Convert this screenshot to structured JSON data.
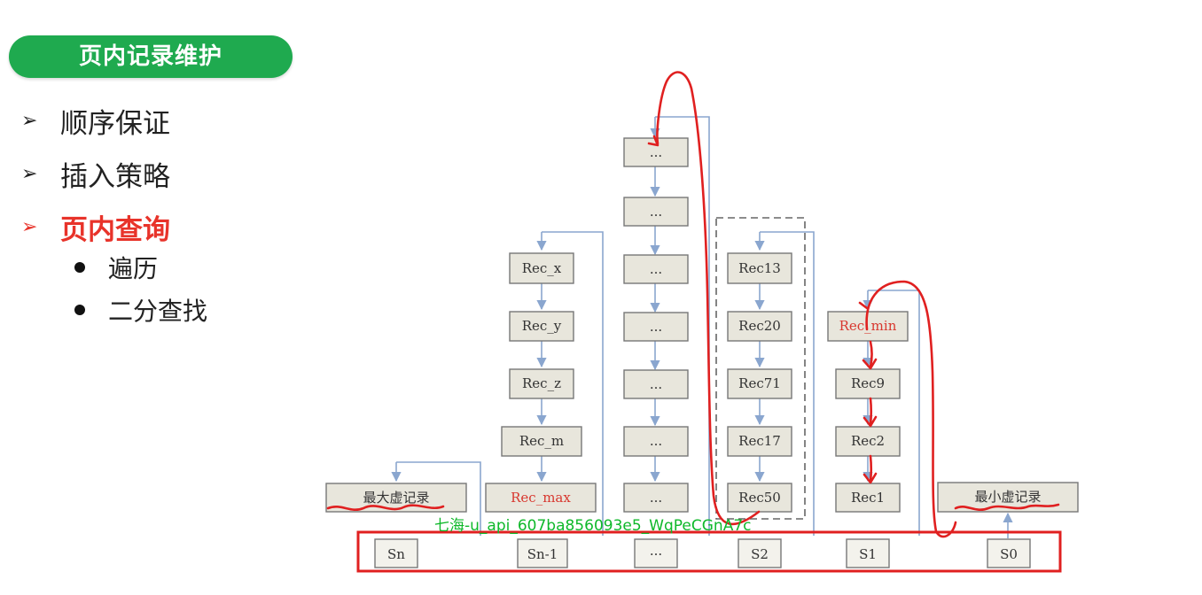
{
  "slide": {
    "title": "页内记录维护",
    "arrow_glyph": "➢",
    "outline": [
      {
        "label": "顺序保证",
        "active": false
      },
      {
        "label": "插入策略",
        "active": false
      },
      {
        "label": "页内查询",
        "active": true
      }
    ],
    "sub_items": [
      "遍历",
      "二分查找"
    ]
  },
  "diagram": {
    "supremum": "最大虚记录",
    "infimum": "最小虚记录",
    "groups": {
      "g_x": [
        "Rec_x",
        "Rec_y",
        "Rec_z",
        "Rec_m",
        "Rec_max"
      ],
      "g_mid": [
        "...",
        "...",
        "...",
        "...",
        "...",
        "...",
        "..."
      ],
      "g_2": [
        "Rec13",
        "Rec20",
        "Rec71",
        "Rec17",
        "Rec50"
      ],
      "g_1": [
        "Rec_min",
        "Rec9",
        "Rec2",
        "Rec1"
      ]
    },
    "slots": [
      "Sn",
      "Sn-1",
      "···",
      "S2",
      "S1",
      "S0"
    ],
    "watermark": "七海-u_api_607ba856093e5_WqPeCGnA7c",
    "colors": {
      "box_fill": "#e8e6dc",
      "link": "#8aa6cf",
      "highlight_red": "#d8382f",
      "annotation_red": "#e02020",
      "title_green": "#1faa4f",
      "watermark_green": "#0fb82a"
    }
  }
}
